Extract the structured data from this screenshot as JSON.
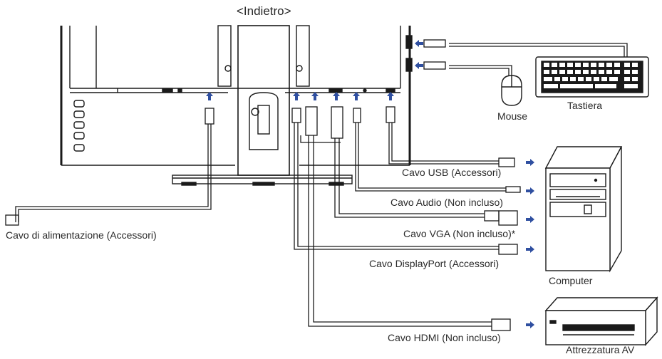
{
  "title": "<Indietro>",
  "labels": {
    "mouse": "Mouse",
    "keyboard": "Tastiera",
    "usb_cable": "Cavo USB (Accessori)",
    "audio_cable": "Cavo Audio (Non incluso)",
    "vga_cable": "Cavo VGA (Non incluso)*",
    "displayport_cable": "Cavo DisplayPort (Accessori)",
    "hdmi_cable": "Cavo HDMI (Non incluso)",
    "power_cable": "Cavo di alimentazione (Accessori)",
    "computer": "Computer",
    "av_equipment": "Attrezzatura AV"
  },
  "colors": {
    "line": "#1a1a1a",
    "arrow": "#2f4fa0",
    "device_fill": "#ffffff"
  }
}
